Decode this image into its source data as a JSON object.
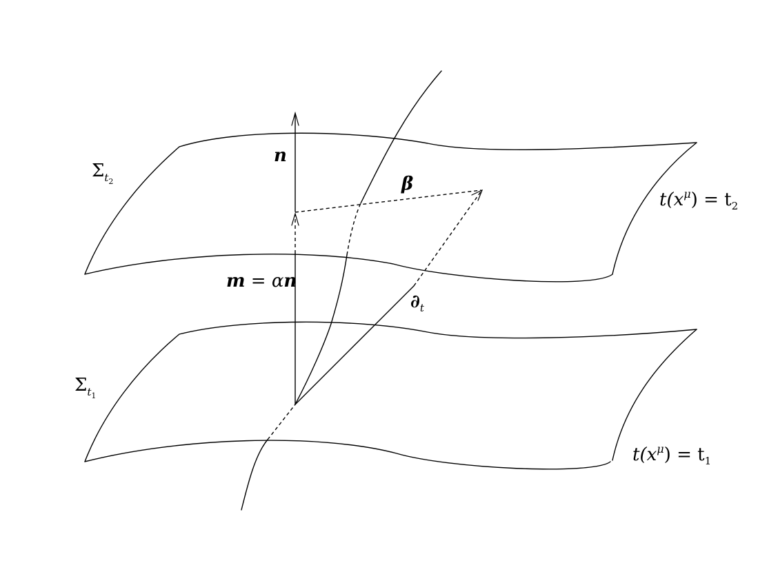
{
  "labels": {
    "sigma_top": {
      "base": "Σ",
      "sub": "t",
      "subsub": "2"
    },
    "sigma_bottom": {
      "base": "Σ",
      "sub": "t",
      "subsub": "1"
    },
    "surface_top_eq": {
      "prefix": "t(x",
      "sup": "μ",
      "mid": ") = t",
      "sub": "2"
    },
    "surface_bottom_eq": {
      "prefix": "t(x",
      "sup": "μ",
      "mid": ") = t",
      "sub": "1"
    },
    "normal_vector": "n",
    "beta_vector": "β",
    "dt_vector": {
      "base": "∂",
      "sub": "t"
    },
    "m_equation": {
      "m": "m",
      "eq": " = ",
      "alpha": "α",
      "n": "n"
    }
  }
}
